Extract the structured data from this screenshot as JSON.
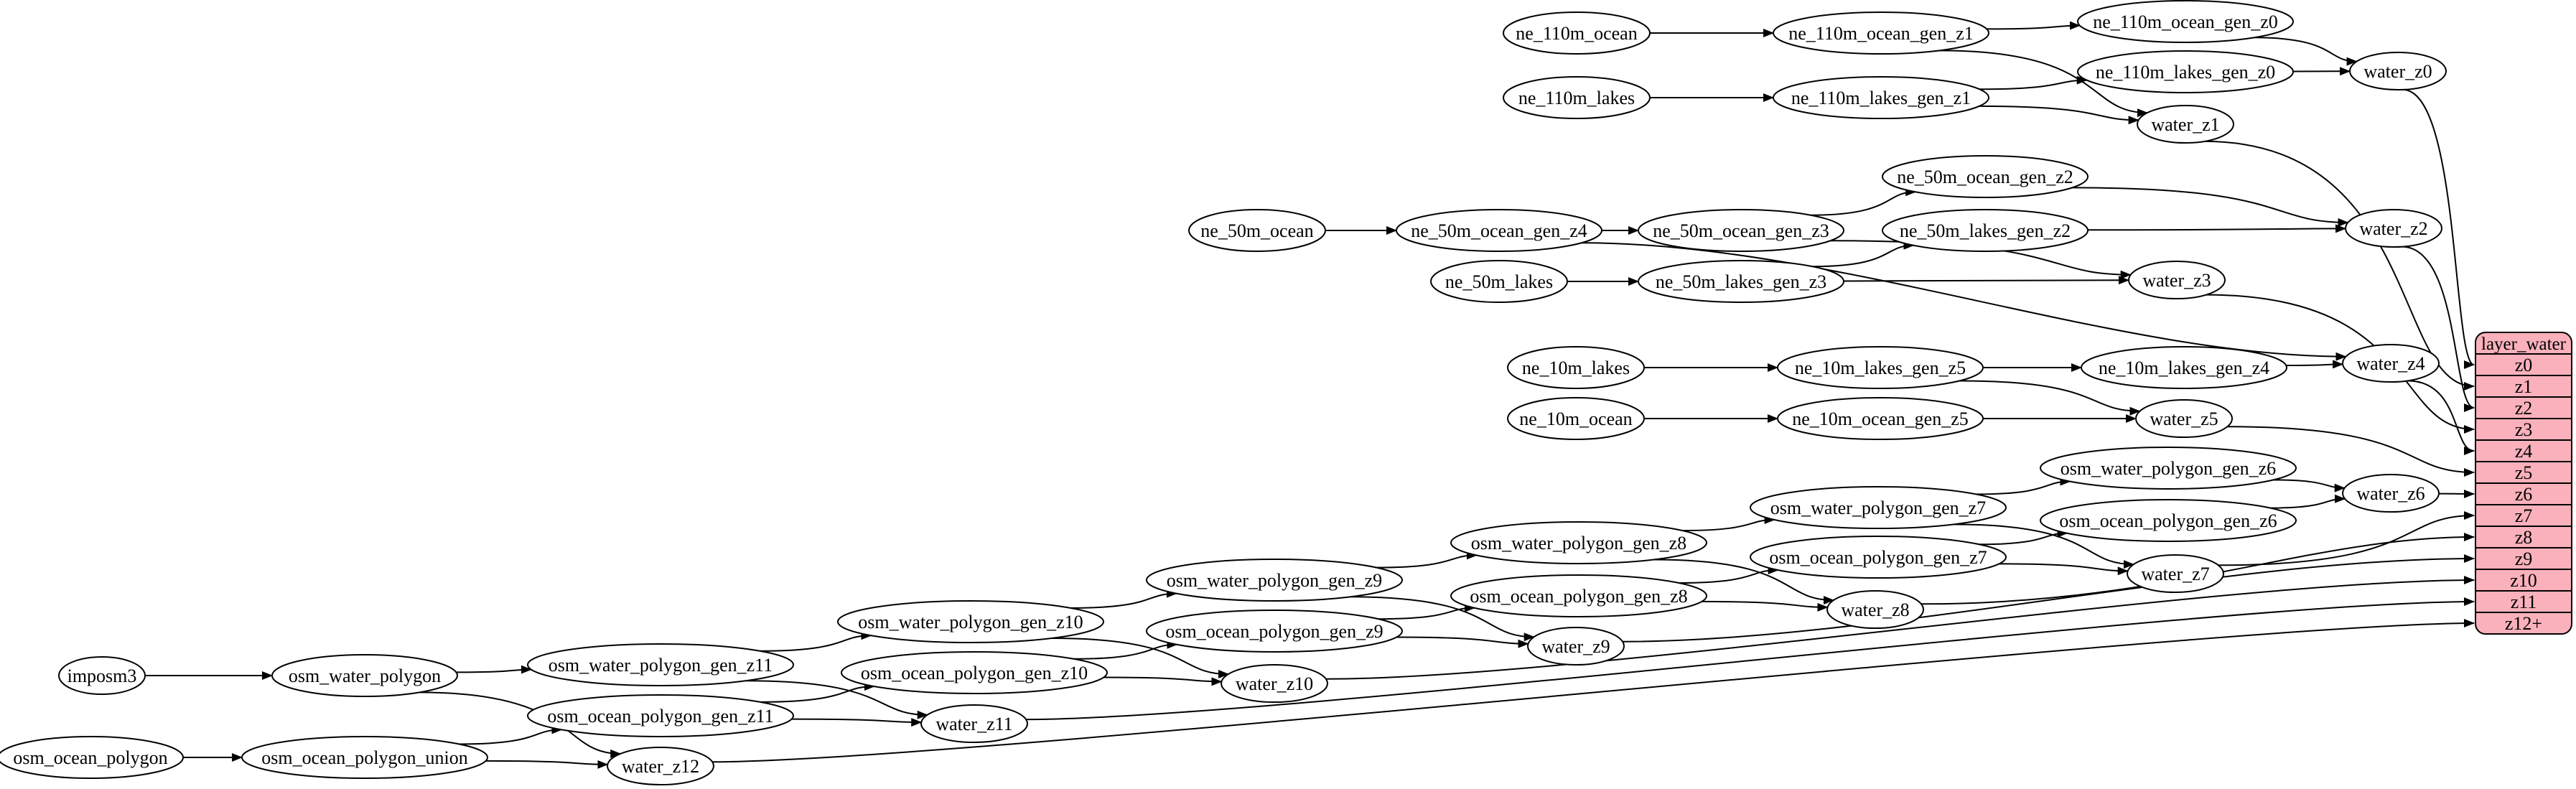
{
  "diagram": {
    "type": "dependency-graph",
    "colors": {
      "background": "#ffffff",
      "node_fill": "#ffffff",
      "node_stroke": "#000000",
      "edge": "#000000",
      "text": "#000000",
      "record_fill": "#fab1bc",
      "record_stroke": "#000000"
    },
    "nodes": [
      {
        "id": "ne_110m_ocean",
        "label": "ne_110m_ocean"
      },
      {
        "id": "ne_110m_ocean_gen_z1",
        "label": "ne_110m_ocean_gen_z1"
      },
      {
        "id": "ne_110m_ocean_gen_z0",
        "label": "ne_110m_ocean_gen_z0"
      },
      {
        "id": "water_z0",
        "label": "water_z0"
      },
      {
        "id": "ne_110m_lakes",
        "label": "ne_110m_lakes"
      },
      {
        "id": "ne_110m_lakes_gen_z1",
        "label": "ne_110m_lakes_gen_z1"
      },
      {
        "id": "ne_110m_lakes_gen_z0",
        "label": "ne_110m_lakes_gen_z0"
      },
      {
        "id": "water_z1",
        "label": "water_z1"
      },
      {
        "id": "ne_50m_ocean",
        "label": "ne_50m_ocean"
      },
      {
        "id": "ne_50m_ocean_gen_z4",
        "label": "ne_50m_ocean_gen_z4"
      },
      {
        "id": "ne_50m_ocean_gen_z3",
        "label": "ne_50m_ocean_gen_z3"
      },
      {
        "id": "ne_50m_ocean_gen_z2",
        "label": "ne_50m_ocean_gen_z2"
      },
      {
        "id": "ne_50m_lakes",
        "label": "ne_50m_lakes"
      },
      {
        "id": "ne_50m_lakes_gen_z3",
        "label": "ne_50m_lakes_gen_z3"
      },
      {
        "id": "ne_50m_lakes_gen_z2",
        "label": "ne_50m_lakes_gen_z2"
      },
      {
        "id": "water_z2",
        "label": "water_z2"
      },
      {
        "id": "water_z3",
        "label": "water_z3"
      },
      {
        "id": "ne_10m_lakes",
        "label": "ne_10m_lakes"
      },
      {
        "id": "ne_10m_lakes_gen_z5",
        "label": "ne_10m_lakes_gen_z5"
      },
      {
        "id": "ne_10m_lakes_gen_z4",
        "label": "ne_10m_lakes_gen_z4"
      },
      {
        "id": "water_z4",
        "label": "water_z4"
      },
      {
        "id": "ne_10m_ocean",
        "label": "ne_10m_ocean"
      },
      {
        "id": "ne_10m_ocean_gen_z5",
        "label": "ne_10m_ocean_gen_z5"
      },
      {
        "id": "water_z5",
        "label": "water_z5"
      },
      {
        "id": "osm_water_polygon_gen_z6",
        "label": "osm_water_polygon_gen_z6"
      },
      {
        "id": "osm_ocean_polygon_gen_z6",
        "label": "osm_ocean_polygon_gen_z6"
      },
      {
        "id": "water_z6",
        "label": "water_z6"
      },
      {
        "id": "osm_water_polygon_gen_z7",
        "label": "osm_water_polygon_gen_z7"
      },
      {
        "id": "osm_ocean_polygon_gen_z7",
        "label": "osm_ocean_polygon_gen_z7"
      },
      {
        "id": "water_z7",
        "label": "water_z7"
      },
      {
        "id": "osm_water_polygon_gen_z8",
        "label": "osm_water_polygon_gen_z8"
      },
      {
        "id": "osm_ocean_polygon_gen_z8",
        "label": "osm_ocean_polygon_gen_z8"
      },
      {
        "id": "water_z8",
        "label": "water_z8"
      },
      {
        "id": "osm_water_polygon_gen_z9",
        "label": "osm_water_polygon_gen_z9"
      },
      {
        "id": "osm_ocean_polygon_gen_z9",
        "label": "osm_ocean_polygon_gen_z9"
      },
      {
        "id": "water_z9",
        "label": "water_z9"
      },
      {
        "id": "osm_water_polygon_gen_z10",
        "label": "osm_water_polygon_gen_z10"
      },
      {
        "id": "osm_ocean_polygon_gen_z10",
        "label": "osm_ocean_polygon_gen_z10"
      },
      {
        "id": "water_z10",
        "label": "water_z10"
      },
      {
        "id": "osm_water_polygon_gen_z11",
        "label": "osm_water_polygon_gen_z11"
      },
      {
        "id": "osm_ocean_polygon_gen_z11",
        "label": "osm_ocean_polygon_gen_z11"
      },
      {
        "id": "water_z11",
        "label": "water_z11"
      },
      {
        "id": "imposm3",
        "label": "imposm3"
      },
      {
        "id": "osm_water_polygon",
        "label": "osm_water_polygon"
      },
      {
        "id": "osm_ocean_polygon",
        "label": "osm_ocean_polygon"
      },
      {
        "id": "osm_ocean_polygon_union",
        "label": "osm_ocean_polygon_union"
      },
      {
        "id": "water_z12",
        "label": "water_z12"
      }
    ],
    "record": {
      "id": "layer_water",
      "title": "layer_water",
      "rows": [
        "z0",
        "z1",
        "z2",
        "z3",
        "z4",
        "z5",
        "z6",
        "z7",
        "z8",
        "z9",
        "z10",
        "z11",
        "z12+"
      ]
    },
    "edges": [
      [
        "ne_110m_ocean",
        "ne_110m_ocean_gen_z1"
      ],
      [
        "ne_110m_ocean_gen_z1",
        "ne_110m_ocean_gen_z0"
      ],
      [
        "ne_110m_ocean_gen_z1",
        "water_z1"
      ],
      [
        "ne_110m_ocean_gen_z0",
        "water_z0"
      ],
      [
        "ne_110m_lakes",
        "ne_110m_lakes_gen_z1"
      ],
      [
        "ne_110m_lakes_gen_z1",
        "ne_110m_lakes_gen_z0"
      ],
      [
        "ne_110m_lakes_gen_z1",
        "water_z1"
      ],
      [
        "ne_110m_lakes_gen_z0",
        "water_z0"
      ],
      [
        "water_z0",
        "layer_water:z0"
      ],
      [
        "water_z1",
        "layer_water:z1"
      ],
      [
        "ne_50m_ocean",
        "ne_50m_ocean_gen_z4"
      ],
      [
        "ne_50m_ocean_gen_z4",
        "ne_50m_ocean_gen_z3"
      ],
      [
        "ne_50m_ocean_gen_z4",
        "water_z4"
      ],
      [
        "ne_50m_ocean_gen_z3",
        "ne_50m_ocean_gen_z2"
      ],
      [
        "ne_50m_ocean_gen_z3",
        "water_z3"
      ],
      [
        "ne_50m_ocean_gen_z2",
        "water_z2"
      ],
      [
        "ne_50m_lakes",
        "ne_50m_lakes_gen_z3"
      ],
      [
        "ne_50m_lakes_gen_z3",
        "ne_50m_lakes_gen_z2"
      ],
      [
        "ne_50m_lakes_gen_z3",
        "water_z3"
      ],
      [
        "ne_50m_lakes_gen_z2",
        "water_z2"
      ],
      [
        "water_z2",
        "layer_water:z2"
      ],
      [
        "water_z3",
        "layer_water:z3"
      ],
      [
        "ne_10m_lakes",
        "ne_10m_lakes_gen_z5"
      ],
      [
        "ne_10m_lakes_gen_z5",
        "ne_10m_lakes_gen_z4"
      ],
      [
        "ne_10m_lakes_gen_z5",
        "water_z5"
      ],
      [
        "ne_10m_lakes_gen_z4",
        "water_z4"
      ],
      [
        "ne_10m_ocean",
        "ne_10m_ocean_gen_z5"
      ],
      [
        "ne_10m_ocean_gen_z5",
        "water_z5"
      ],
      [
        "water_z4",
        "layer_water:z4"
      ],
      [
        "water_z5",
        "layer_water:z5"
      ],
      [
        "osm_water_polygon_gen_z6",
        "water_z6"
      ],
      [
        "osm_ocean_polygon_gen_z6",
        "water_z6"
      ],
      [
        "water_z6",
        "layer_water:z6"
      ],
      [
        "osm_water_polygon_gen_z7",
        "osm_water_polygon_gen_z6"
      ],
      [
        "osm_water_polygon_gen_z7",
        "water_z7"
      ],
      [
        "osm_ocean_polygon_gen_z7",
        "osm_ocean_polygon_gen_z6"
      ],
      [
        "osm_ocean_polygon_gen_z7",
        "water_z7"
      ],
      [
        "water_z7",
        "layer_water:z7"
      ],
      [
        "osm_water_polygon_gen_z8",
        "osm_water_polygon_gen_z7"
      ],
      [
        "osm_water_polygon_gen_z8",
        "water_z8"
      ],
      [
        "osm_ocean_polygon_gen_z8",
        "osm_ocean_polygon_gen_z7"
      ],
      [
        "osm_ocean_polygon_gen_z8",
        "water_z8"
      ],
      [
        "water_z8",
        "layer_water:z8"
      ],
      [
        "osm_water_polygon_gen_z9",
        "osm_water_polygon_gen_z8"
      ],
      [
        "osm_water_polygon_gen_z9",
        "water_z9"
      ],
      [
        "osm_ocean_polygon_gen_z9",
        "osm_ocean_polygon_gen_z8"
      ],
      [
        "osm_ocean_polygon_gen_z9",
        "water_z9"
      ],
      [
        "water_z9",
        "layer_water:z9"
      ],
      [
        "osm_water_polygon_gen_z10",
        "osm_water_polygon_gen_z9"
      ],
      [
        "osm_water_polygon_gen_z10",
        "water_z10"
      ],
      [
        "osm_ocean_polygon_gen_z10",
        "osm_ocean_polygon_gen_z9"
      ],
      [
        "osm_ocean_polygon_gen_z10",
        "water_z10"
      ],
      [
        "water_z10",
        "layer_water:z10"
      ],
      [
        "osm_water_polygon_gen_z11",
        "osm_water_polygon_gen_z10"
      ],
      [
        "osm_water_polygon_gen_z11",
        "water_z11"
      ],
      [
        "osm_ocean_polygon_gen_z11",
        "osm_ocean_polygon_gen_z10"
      ],
      [
        "osm_ocean_polygon_gen_z11",
        "water_z11"
      ],
      [
        "water_z11",
        "layer_water:z11"
      ],
      [
        "imposm3",
        "osm_water_polygon"
      ],
      [
        "osm_water_polygon",
        "osm_water_polygon_gen_z11"
      ],
      [
        "osm_water_polygon",
        "water_z12"
      ],
      [
        "osm_ocean_polygon",
        "osm_ocean_polygon_union"
      ],
      [
        "osm_ocean_polygon_union",
        "osm_ocean_polygon_gen_z11"
      ],
      [
        "osm_ocean_polygon_union",
        "water_z12"
      ],
      [
        "water_z12",
        "layer_water:z12+"
      ]
    ]
  }
}
